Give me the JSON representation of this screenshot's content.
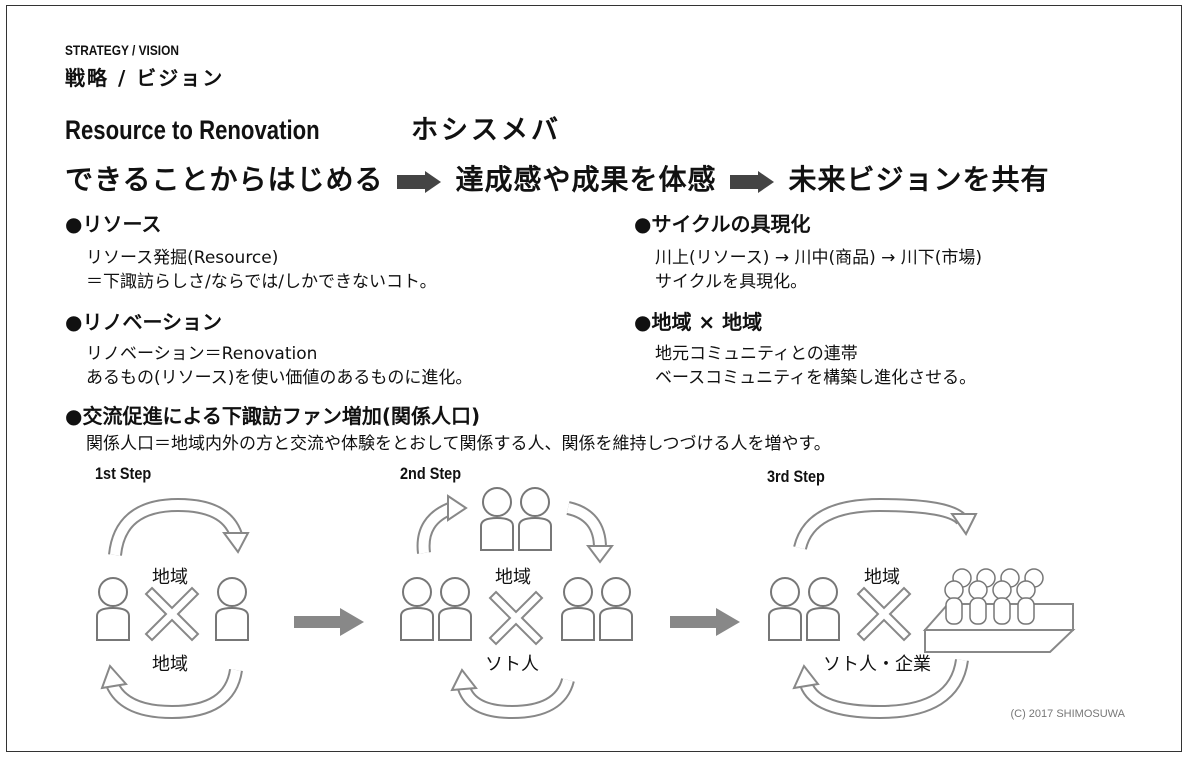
{
  "header": {
    "eyebrow": "STRATEGY / VISION",
    "subtitle": "戦略 / ビジョン",
    "title_en": "Resource to Renovation",
    "title_ja": "ホシスメバ"
  },
  "flow": {
    "step1": "できることからはじめる",
    "step2": "達成感や成果を体感",
    "step3": "未来ビジョンを共有"
  },
  "sections": {
    "resource": {
      "heading": "●リソース",
      "line1": "リソース発掘(Resource)",
      "line2": "＝下諏訪らしさ/ならでは/しかできないコト。"
    },
    "cycle": {
      "heading": "●サイクルの具現化",
      "line1": "川上(リソース) → 川中(商品) → 川下(市場)",
      "line2": "サイクルを具現化。"
    },
    "renovation": {
      "heading": "●リノベーション",
      "line1": "リノベーション＝Renovation",
      "line2": "あるもの(リソース)を使い価値のあるものに進化。"
    },
    "region": {
      "heading": "●地域 × 地域",
      "line1": "地元コミュニティとの連帯",
      "line2": "ベースコミュニティを構築し進化させる。"
    },
    "exchange": {
      "heading": "●交流促進による下諏訪ファン増加(関係人口)",
      "line1": "関係人口＝地域内外の方と交流や体験をとおして関係する人、関係を維持しつづける人を増やす。"
    }
  },
  "steps": {
    "s1": {
      "label": "1st Step",
      "top": "地域",
      "bottom": "地域"
    },
    "s2": {
      "label": "2nd Step",
      "top": "地域",
      "bottom": "ソト人"
    },
    "s3": {
      "label": "3rd Step",
      "top": "地域",
      "bottom": "ソト人・企業"
    }
  },
  "copyright": "(C) 2017 SHIMOSUWA",
  "colors": {
    "arrow": "#444444",
    "figure_stroke": "#777777",
    "cross": "#888888",
    "step_arrow": "#888888"
  }
}
